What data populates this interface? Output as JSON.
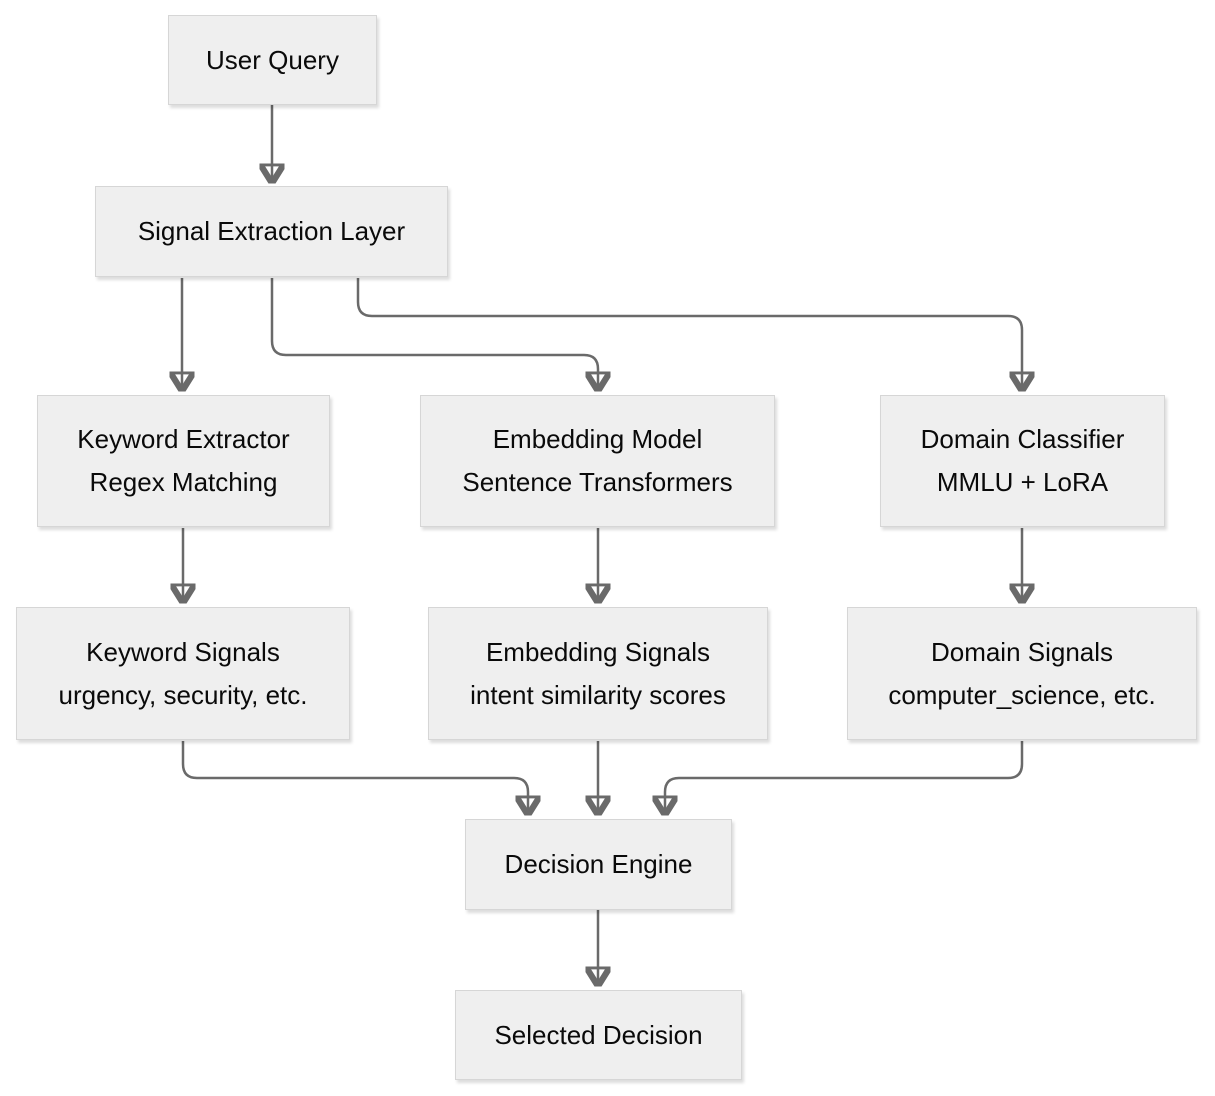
{
  "nodes": {
    "user_query": {
      "line1": "User Query"
    },
    "signal_extraction": {
      "line1": "Signal Extraction Layer"
    },
    "keyword_extractor": {
      "line1": "Keyword Extractor",
      "line2": "Regex Matching"
    },
    "embedding_model": {
      "line1": "Embedding Model",
      "line2": "Sentence Transformers"
    },
    "domain_classifier": {
      "line1": "Domain Classifier",
      "line2": "MMLU + LoRA"
    },
    "keyword_signals": {
      "line1": "Keyword Signals",
      "line2": "urgency, security, etc."
    },
    "embedding_signals": {
      "line1": "Embedding Signals",
      "line2": "intent similarity scores"
    },
    "domain_signals": {
      "line1": "Domain Signals",
      "line2": "computer_science, etc."
    },
    "decision_engine": {
      "line1": "Decision Engine"
    },
    "selected_decision": {
      "line1": "Selected Decision"
    }
  },
  "edges": [
    {
      "from": "user_query",
      "to": "signal_extraction"
    },
    {
      "from": "signal_extraction",
      "to": "keyword_extractor"
    },
    {
      "from": "signal_extraction",
      "to": "embedding_model"
    },
    {
      "from": "signal_extraction",
      "to": "domain_classifier"
    },
    {
      "from": "keyword_extractor",
      "to": "keyword_signals"
    },
    {
      "from": "embedding_model",
      "to": "embedding_signals"
    },
    {
      "from": "domain_classifier",
      "to": "domain_signals"
    },
    {
      "from": "keyword_signals",
      "to": "decision_engine"
    },
    {
      "from": "embedding_signals",
      "to": "decision_engine"
    },
    {
      "from": "domain_signals",
      "to": "decision_engine"
    },
    {
      "from": "decision_engine",
      "to": "selected_decision"
    }
  ],
  "colors": {
    "background": "#ffffff",
    "node_fill": "#efefef",
    "node_border": "#d6d6d6",
    "arrow_line": "#6a6a6a",
    "arrow_head": "#5e5e5e",
    "text": "#0a0a0a"
  }
}
